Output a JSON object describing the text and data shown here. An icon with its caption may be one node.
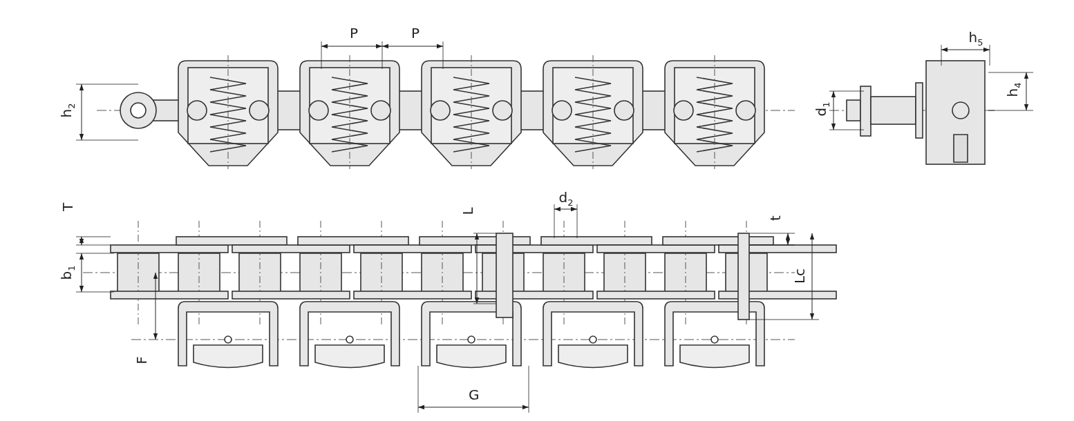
{
  "diagram": {
    "labels": [
      "P",
      "P",
      "h$_{5}$",
      "h$_{2}$",
      "d$_{1}$",
      "h$_{4}$",
      "T",
      "d$_{2}$",
      "t",
      "L",
      "b$_{1}$",
      "Lc",
      "F",
      "G"
    ]
  }
}
